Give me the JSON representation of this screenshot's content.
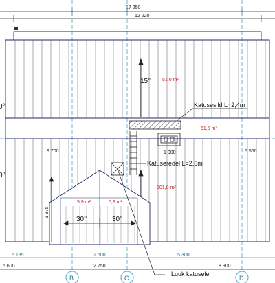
{
  "dimensions": {
    "overall_width": "17 250",
    "roof_width": "12 220",
    "left_span": "9 700",
    "right_span": "6 550",
    "chimney_width": "1 000",
    "dormer_height": "3 375",
    "bottom_left": "5 185",
    "bottom_mid": "2 500",
    "bottom_right": "5 300",
    "base_left": "5 600",
    "base_mid": "2 750",
    "base_right": "8 900"
  },
  "roof": {
    "pitch_main": "15°",
    "area_main": "51,0 m²",
    "area_right": "61,5 m²",
    "area_lower": "101,0 m²",
    "left_edge_upper": "0°",
    "left_edge_lower": "0°"
  },
  "dormer": {
    "area_left": "5,9 m²",
    "area_right": "5,9 m²",
    "angle_left": "30°",
    "angle_right": "30°"
  },
  "labels": {
    "roof_bridge": "Katusesild L=2,4m",
    "roof_ladder": "Katuseredel L=2,6m",
    "roof_hatch": "Luuk katusele"
  },
  "axes": [
    "B",
    "C",
    "D"
  ],
  "colors": {
    "axis_line": "#4aa5c0",
    "axis_text": "#1e6e86",
    "area_text": "#d32020",
    "roof_line": "#1f2a6e"
  }
}
